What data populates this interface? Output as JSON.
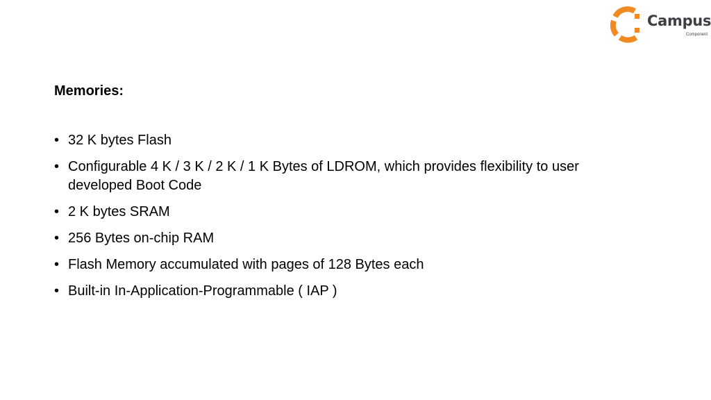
{
  "logo": {
    "name": "Campus",
    "tagline": "Component",
    "colors": {
      "orange": "#f08a24",
      "text": "#3e3e44"
    }
  },
  "slide": {
    "heading": "Memories:",
    "bullet_symbol": "•",
    "bullets": [
      "32 K bytes Flash",
      "Configurable 4 K / 3 K / 2 K / 1 K Bytes of LDROM, which provides flexibility to user developed Boot Code",
      "2 K bytes SRAM",
      "256 Bytes on-chip RAM",
      "Flash Memory accumulated with pages of 128 Bytes each",
      "Built-in In-Application-Programmable ( IAP )"
    ]
  }
}
